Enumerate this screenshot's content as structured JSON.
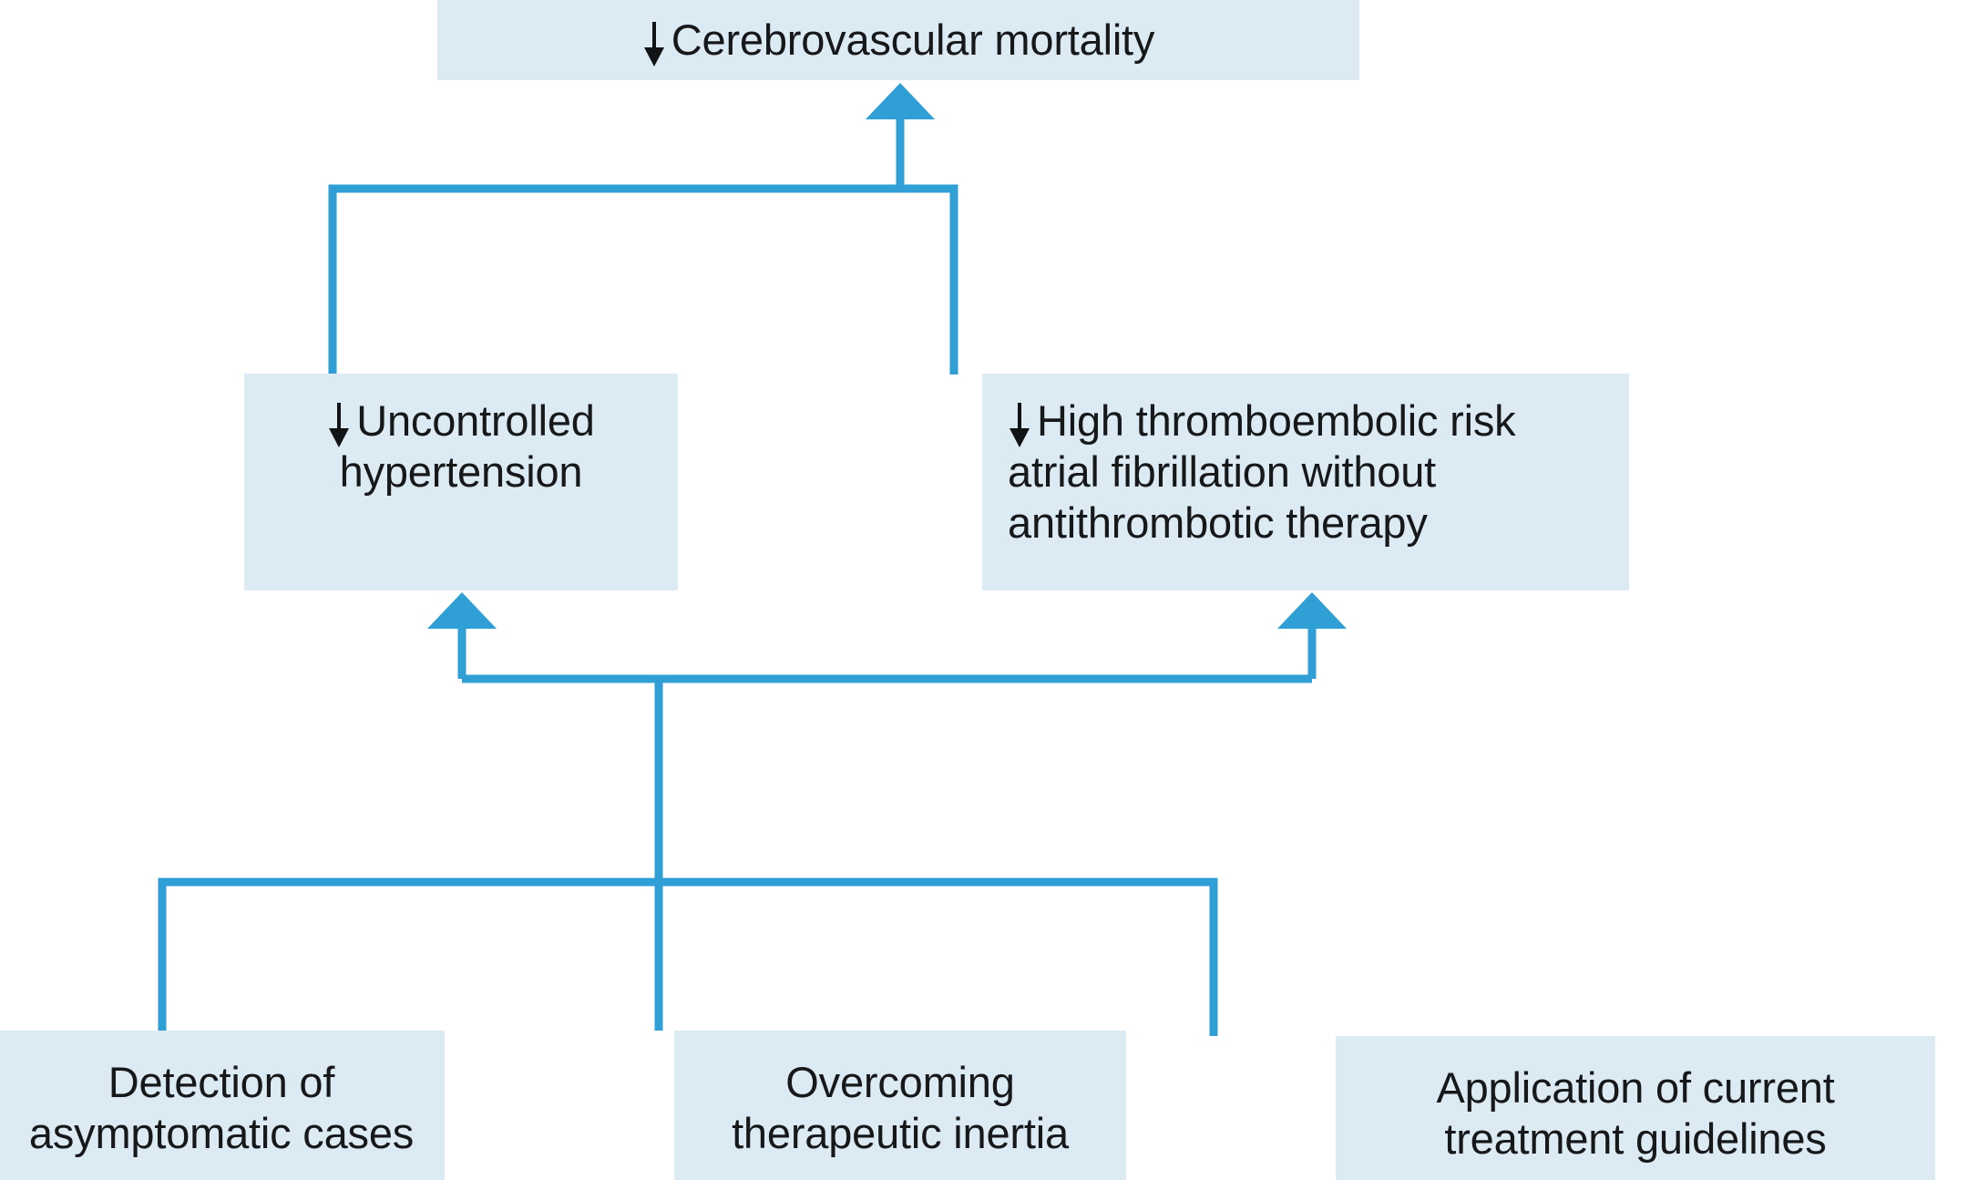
{
  "diagram": {
    "type": "flowchart",
    "title": "Cerebrovascular mortality reduction pathway",
    "colors": {
      "node_fill": "#dceaf3",
      "connector": "#2f9fd6",
      "text": "#16181a",
      "background": "#ffffff",
      "inline_arrow": "#111315"
    },
    "nodes": {
      "outcome": {
        "id": "cerebrovascular-mortality",
        "label": "Cerebrovascular mortality",
        "arrow_prefix": "down-arrow",
        "level": "outcome"
      },
      "mediator_left": {
        "id": "uncontrolled-hypertension",
        "label": "Uncontrolled\nhypertension",
        "arrow_prefix": "down-arrow",
        "level": "mediator"
      },
      "mediator_right": {
        "id": "high-thromboembolic-risk-af",
        "label": "High thromboembolic risk\natrial fibrillation without\nantithrombotic therapy",
        "arrow_prefix": "down-arrow",
        "level": "mediator"
      },
      "driver_left": {
        "id": "detection-of-asymptomatic-cases",
        "label": "Detection of\nasymptomatic cases",
        "level": "driver"
      },
      "driver_center": {
        "id": "overcoming-therapeutic-inertia",
        "label": "Overcoming\ntherapeutic inertia",
        "level": "driver"
      },
      "driver_right": {
        "id": "application-of-current-treatment-guidelines",
        "label": "Application of current\ntreatment guidelines",
        "level": "driver"
      }
    },
    "connectors": [
      {
        "name": "mediators-to-outcome",
        "from": [
          "uncontrolled-hypertension",
          "high-thromboembolic-risk-af"
        ],
        "to": "cerebrovascular-mortality",
        "style": "bracket-up-arrow"
      },
      {
        "name": "drivers-to-mediators",
        "from": [
          "detection-of-asymptomatic-cases",
          "overcoming-therapeutic-inertia",
          "application-of-current-treatment-guidelines"
        ],
        "to": [
          "uncontrolled-hypertension",
          "high-thromboembolic-risk-af"
        ],
        "style": "bracket-up-arrows"
      }
    ]
  }
}
